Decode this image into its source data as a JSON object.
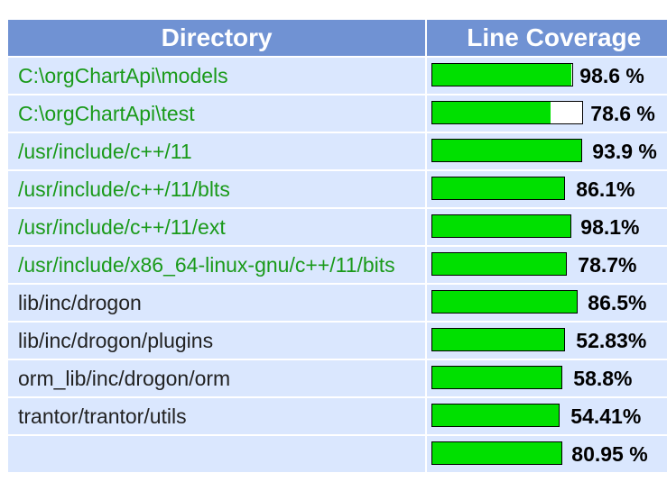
{
  "header": {
    "directory_label": "Directory",
    "coverage_label": "Line Coverage"
  },
  "colors": {
    "header_bg": "#7092d3",
    "row_bg": "#dae7fe",
    "bar_fill": "#00e000",
    "link_text": "#1a9a1a"
  },
  "rows": [
    {
      "directory": "C:\\orgChartApi\\models",
      "link": true,
      "coverage_text": "98.6 %",
      "fill": 0.99
    },
    {
      "directory": "C:\\orgChartApi\\test",
      "link": true,
      "coverage_text": "78.6 %",
      "fill": 0.79
    },
    {
      "directory": "/usr/include/c++/11",
      "link": true,
      "coverage_text": "93.9 %",
      "fill": 1.0
    },
    {
      "directory": "/usr/include/c++/11/blts",
      "link": true,
      "coverage_text": "86.1%",
      "fill": 1.0
    },
    {
      "directory": "/usr/include/c++/11/ext",
      "link": true,
      "coverage_text": "98.1%",
      "fill": 1.0
    },
    {
      "directory": "/usr/include/x86_64-linux-gnu/c++/11/bits",
      "link": true,
      "coverage_text": "78.7%",
      "fill": 1.0
    },
    {
      "directory": "lib/inc/drogon",
      "link": false,
      "coverage_text": "86.5%",
      "fill": 1.0
    },
    {
      "directory": "lib/inc/drogon/plugins",
      "link": false,
      "coverage_text": "52.83%",
      "fill": 1.0
    },
    {
      "directory": "orm_lib/inc/drogon/orm",
      "link": false,
      "coverage_text": "58.8%",
      "fill": 1.0
    },
    {
      "directory": "trantor/trantor/utils",
      "link": false,
      "coverage_text": "54.41%",
      "fill": 1.0
    },
    {
      "directory": "",
      "link": false,
      "coverage_text": "80.95 %",
      "fill": 1.0
    }
  ]
}
